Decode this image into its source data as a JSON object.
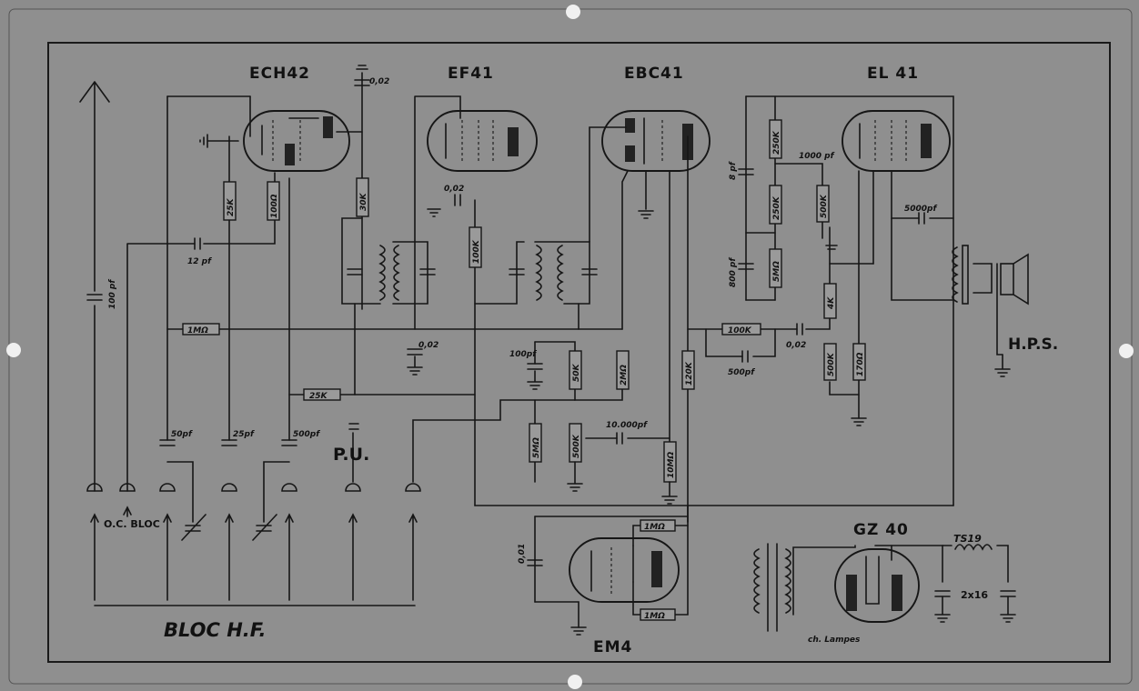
{
  "tubes": {
    "ech42": "ECH42",
    "ef41": "EF41",
    "ebc41": "EBC41",
    "el41": "EL 41",
    "gz40": "GZ 40",
    "em4": "EM4"
  },
  "labels": {
    "hps": "H.P.S.",
    "pu": "P.U.",
    "oc_bloc": "O.C. BLOC",
    "bloc_hf": "BLOC H.F.",
    "ts19": "TS19",
    "cap_2x16": "2x16",
    "ch_lampes": "ch. Lampes"
  },
  "resistors": {
    "r25k_a": "25K",
    "r100ohm": "100Ω",
    "r30k": "30K",
    "r1m_a": "1MΩ",
    "r25k_b": "25K",
    "r100k_ef": "100K",
    "r50k": "50K",
    "r2m": "2MΩ",
    "r5m_a": "5MΩ",
    "r500k_vol": "500K",
    "r10m": "10MΩ",
    "r120k": "120K",
    "r100k_el": "100K",
    "r250k_a": "250K",
    "r250k_b": "250K",
    "r5m_b": "5MΩ",
    "r500k_tone": "500K",
    "r4k": "4K",
    "r500k_g": "500K",
    "r170": "170Ω",
    "r1m_em4a": "1MΩ",
    "r1m_em4b": "1MΩ"
  },
  "capacitors": {
    "c002_top": "0,02",
    "c12pf": "12 pf",
    "c100pf_ant": "100 pf",
    "c002_ef": "0,02",
    "c002_mid": "0,02",
    "c100pf_det": "100pf",
    "c10000pf": "10.000pf",
    "c50pf": "50pf",
    "c25pf": "25pf",
    "c500pf_b": "500pf",
    "c8pf": "8 pf",
    "c800pf": "800 pf",
    "c1000pf": "1000 pf",
    "c5000pf": "5000pf",
    "c500pf_el": "500pf",
    "c002_el": "0,02",
    "c001_em4": "0,01"
  }
}
